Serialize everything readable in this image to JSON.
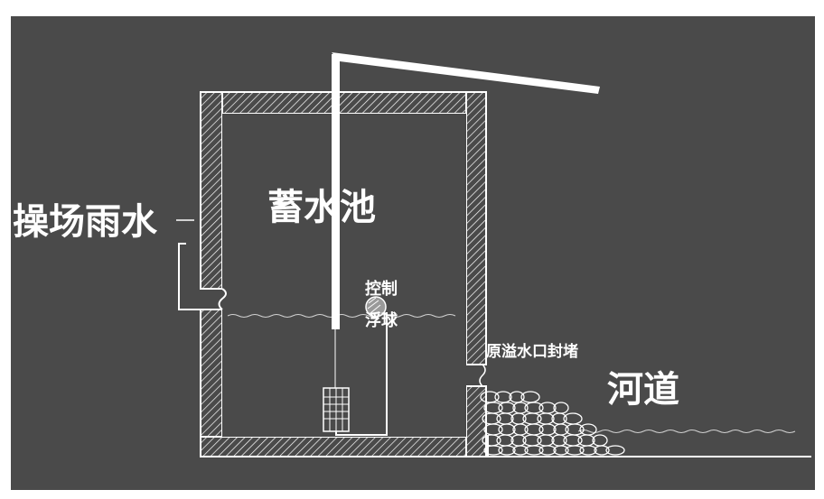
{
  "colors": {
    "background": "#4a4a4a",
    "frame": "#ffffff",
    "structure": "#ffffff",
    "text": "#ffffff"
  },
  "labels": {
    "playground_rainwater": "操场雨水",
    "storage_tank": "蓄水池",
    "control_label": "控制",
    "float_label": "浮球",
    "original_overflow_sealed": "原溢水口封堵",
    "river": "河道"
  },
  "icons": {
    "pump": "submersible-pump-icon",
    "float_ball": "float-ball-icon",
    "rocks": "riprap-stones"
  }
}
